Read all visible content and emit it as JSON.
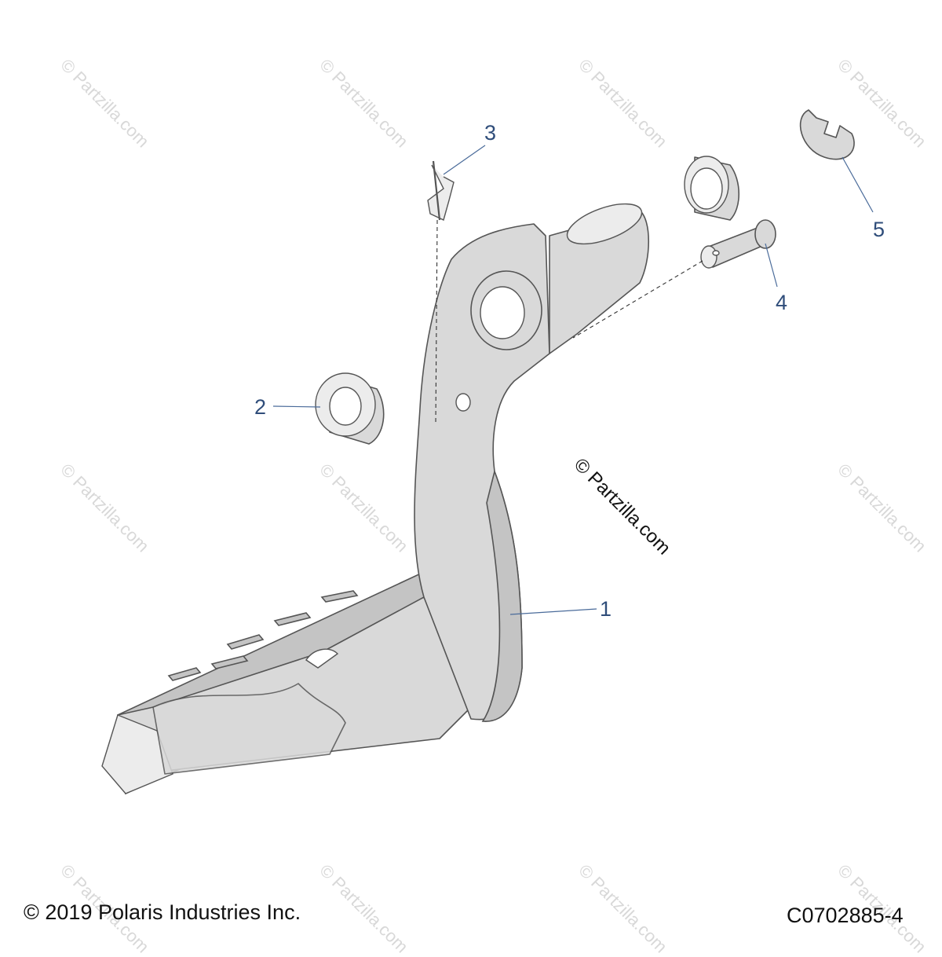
{
  "diagram": {
    "callouts": [
      {
        "id": "1",
        "label": "1"
      },
      {
        "id": "2",
        "label": "2"
      },
      {
        "id": "3",
        "label": "3"
      },
      {
        "id": "4",
        "label": "4"
      },
      {
        "id": "5",
        "label": "5"
      }
    ],
    "watermark_center": "© Partzilla.com",
    "watermark_tile": "© Partzilla.com",
    "copyright": "© 2019 Polaris Industries Inc.",
    "figure_id": "C0702885-4"
  },
  "colors": {
    "part_fill": "#d9d9d9",
    "outline": "#555555",
    "callout_text": "#2f4d7a",
    "watermark": "#d8d8d8"
  }
}
